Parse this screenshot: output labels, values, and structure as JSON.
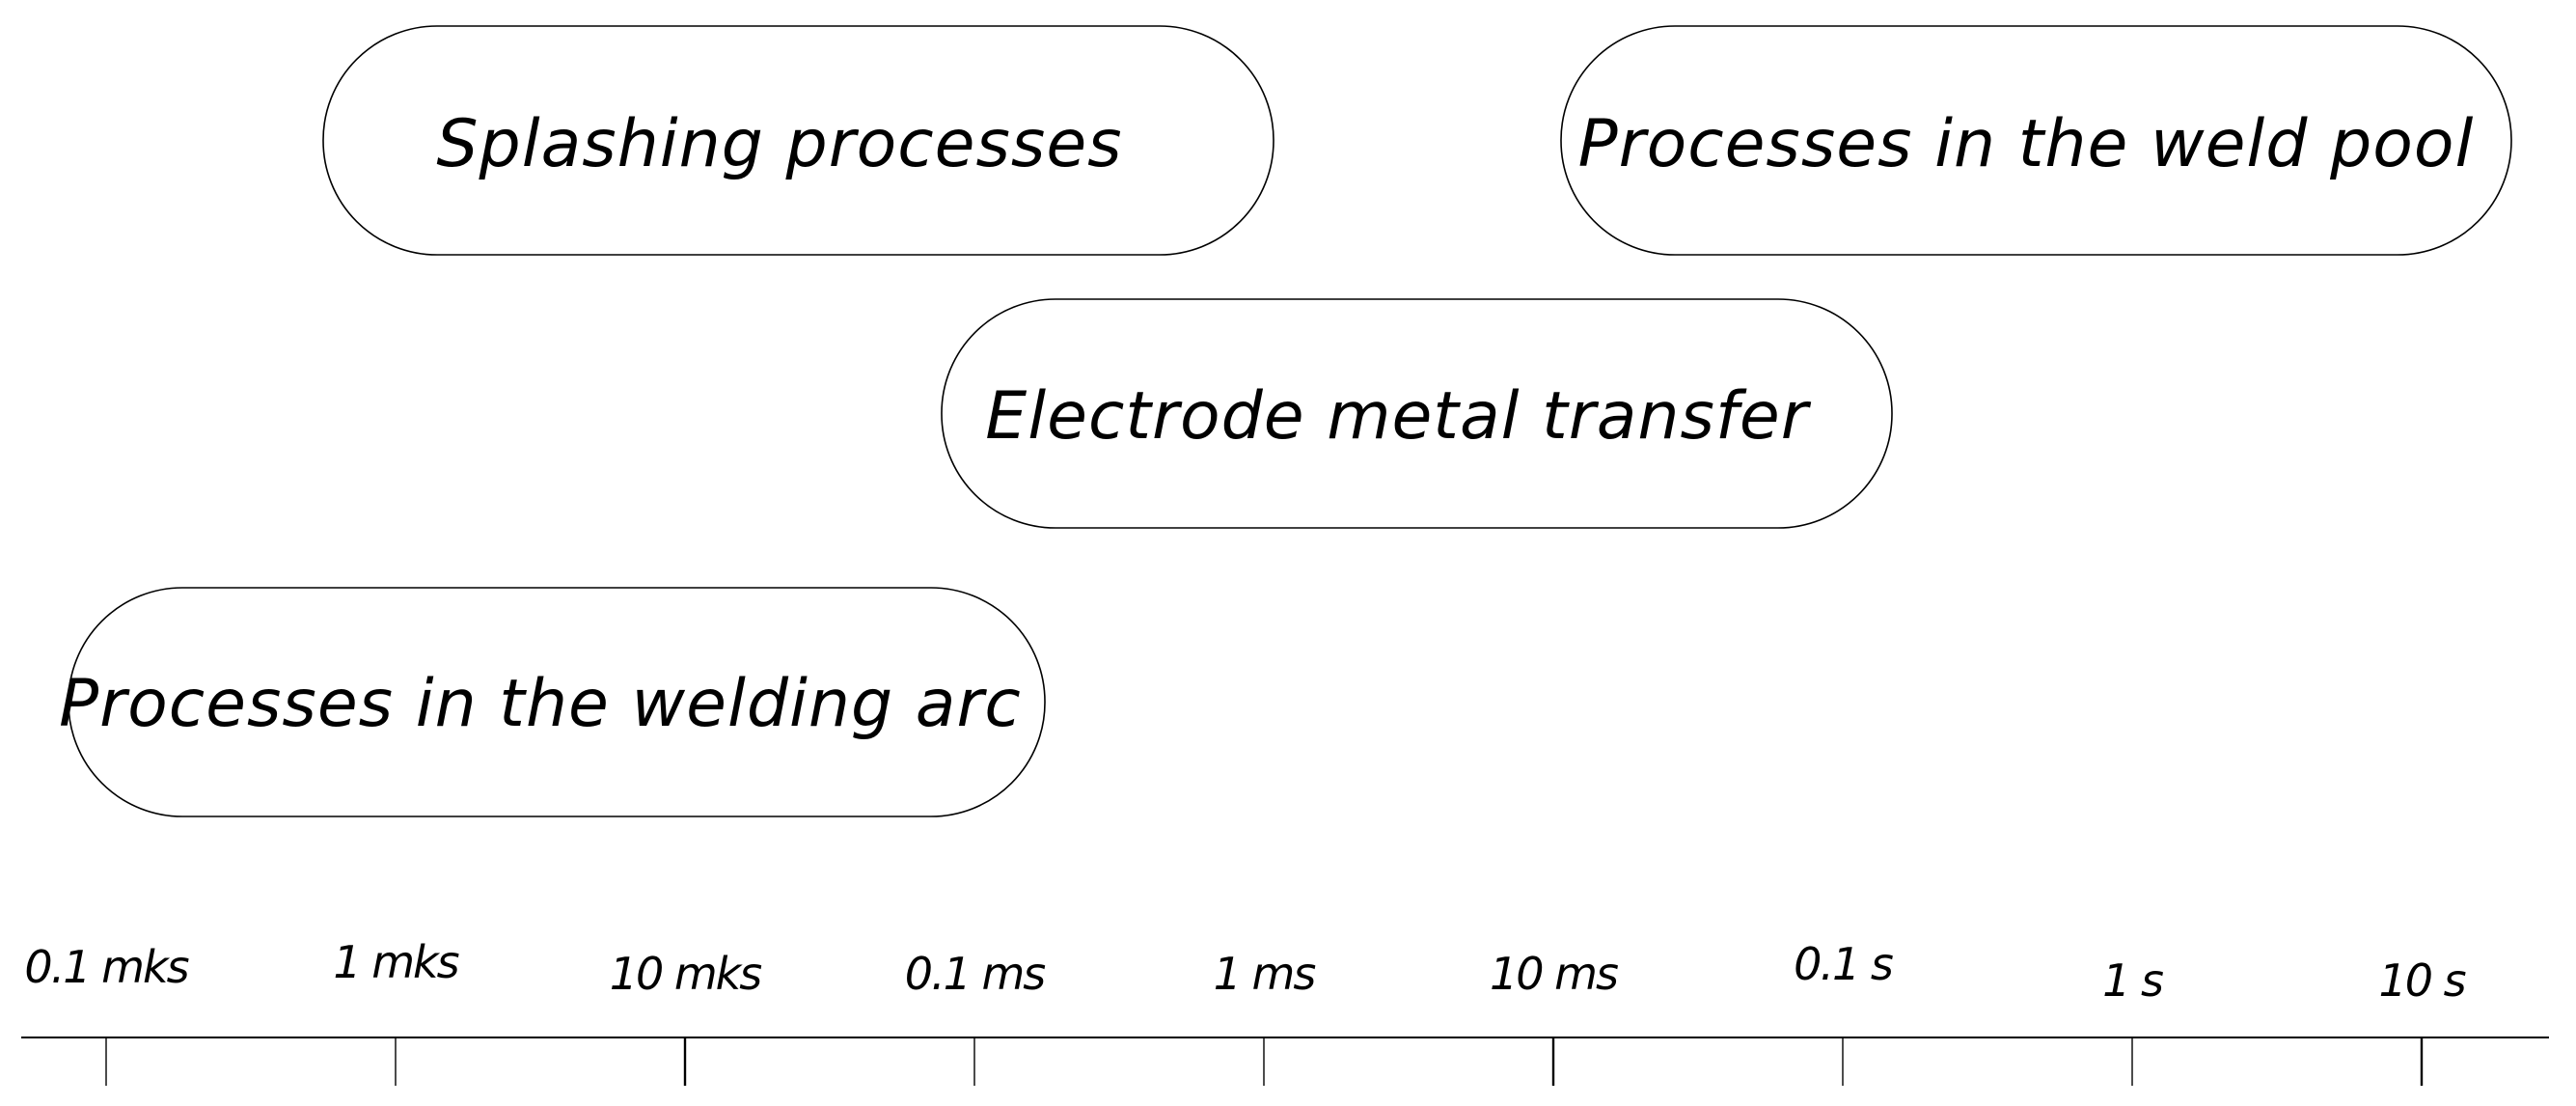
{
  "processes": [
    {
      "id": "splashing",
      "label": "Splashing processes"
    },
    {
      "id": "weld-pool",
      "label": "Processes in the weld pool"
    },
    {
      "id": "electrode",
      "label": "Electrode metal transfer"
    },
    {
      "id": "arc",
      "label": "Processes in the welding arc"
    }
  ],
  "timescale": {
    "ticks": [
      "0.1 mks",
      "1 mks",
      "10 mks",
      "0.1 ms",
      "1 ms",
      "10 ms",
      "0.1 s",
      "1 s",
      "10 s"
    ]
  },
  "colors": {
    "stroke": "#000000",
    "background": "#ffffff"
  }
}
